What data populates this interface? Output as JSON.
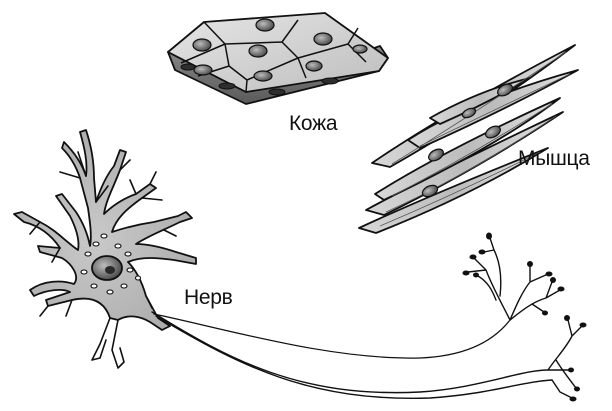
{
  "labels": {
    "skin": "Кожа",
    "muscle": "Мышца",
    "nerve": "Нерв"
  },
  "colors": {
    "ink": "#111111",
    "cell_fill_light": "#d6d6d6",
    "cell_fill_dark": "#9a9a9a",
    "nucleus": "#6e6e6e",
    "background": "#ffffff"
  }
}
